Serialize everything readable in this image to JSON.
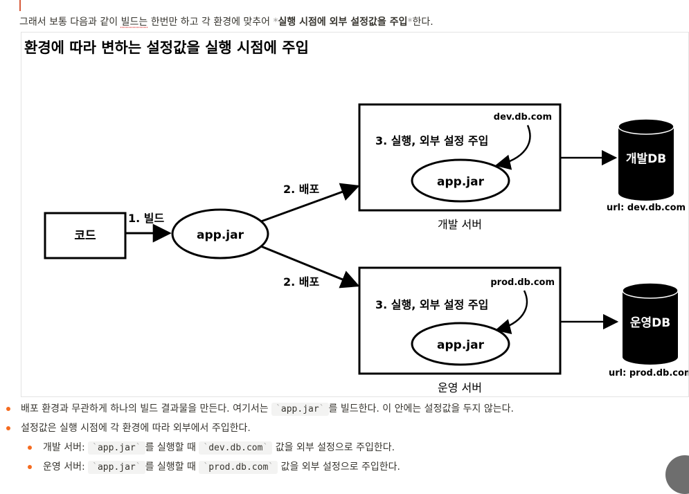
{
  "intro": {
    "part1": "그래서 보통 다음과 같이 ",
    "spell_word": "빌드는",
    "part2": " 한번만 하고 각 환경에 맞추어 ",
    "mark_open": "*",
    "bold": "실행 시점에 외부 설정값을 주입",
    "mark_close": "*",
    "part3": "한다."
  },
  "diagram": {
    "title": "환경에 따라 변하는 설정값을 실행 시점에 주입",
    "code_box": "코드",
    "build_label": "1. 빌드",
    "artifact": "app.jar",
    "deploy_label_dev": "2. 배포",
    "deploy_label_prod": "2. 배포",
    "dev_server": {
      "url_note": "dev.db.com",
      "inject_label": "3. 실행, 외부 설정 주입",
      "app": "app.jar",
      "caption": "개발 서버"
    },
    "prod_server": {
      "url_note": "prod.db.com",
      "inject_label": "3. 실행, 외부 설정 주입",
      "app": "app.jar",
      "caption": "운영 서버"
    },
    "dev_db": {
      "name": "개발DB",
      "url": "url: dev.db.com"
    },
    "prod_db": {
      "name": "운영DB",
      "url": "url: prod.db.com"
    }
  },
  "bullets": {
    "b1_pre": "배포 환경과 무관하게 하나의 빌드 결과물을 만든다. 여기서는 ",
    "b1_code": "app.jar",
    "b1_post": "를 빌드한다. 이 안에는 설정값을 두지 않는다.",
    "b2": "설정값은 실행 시점에 각 환경에 따라 외부에서 주입한다.",
    "b3_pre": "개발 서버: ",
    "b3_code1": "app.jar",
    "b3_mid": "를 실행할 때 ",
    "b3_code2": "dev.db.com",
    "b3_post": " 값을 외부 설정으로 주입한다.",
    "b4_pre": "운영 서버: ",
    "b4_code1": "app.jar",
    "b4_mid": "를 실행할 때 ",
    "b4_code2": "prod.db.com",
    "b4_post": " 값을 외부 설정으로 주입한다."
  },
  "colors": {
    "bullet": "#f56b1f",
    "spell_underline": "#e03e3e",
    "ink": "#000000"
  }
}
